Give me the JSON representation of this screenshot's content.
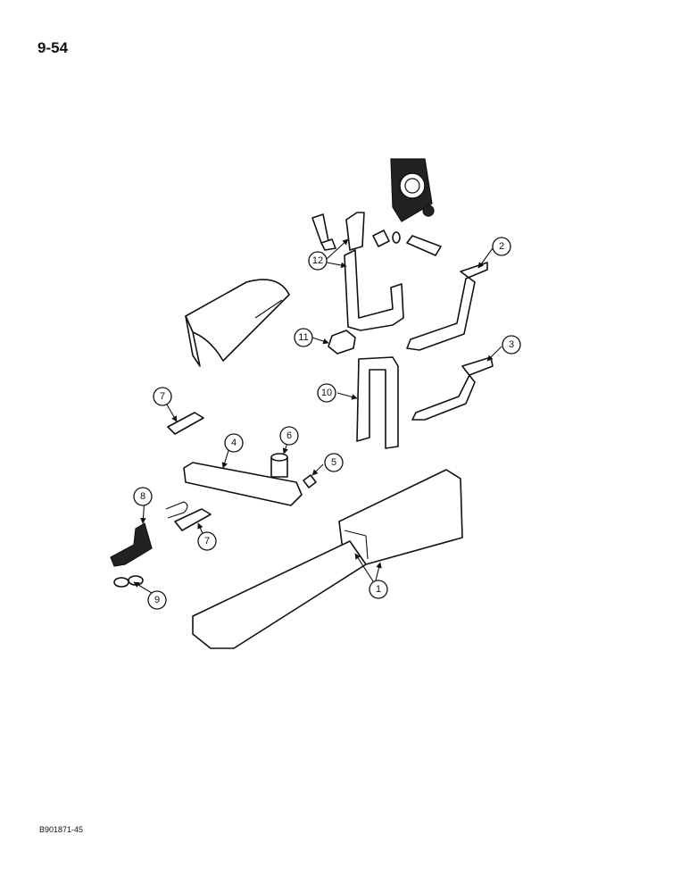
{
  "page": {
    "number": "9-54",
    "figure_code": "B901871-45"
  },
  "callouts": [
    "1",
    "2",
    "3",
    "4",
    "5",
    "6",
    "7",
    "7",
    "8",
    "9",
    "10",
    "11",
    "12"
  ]
}
